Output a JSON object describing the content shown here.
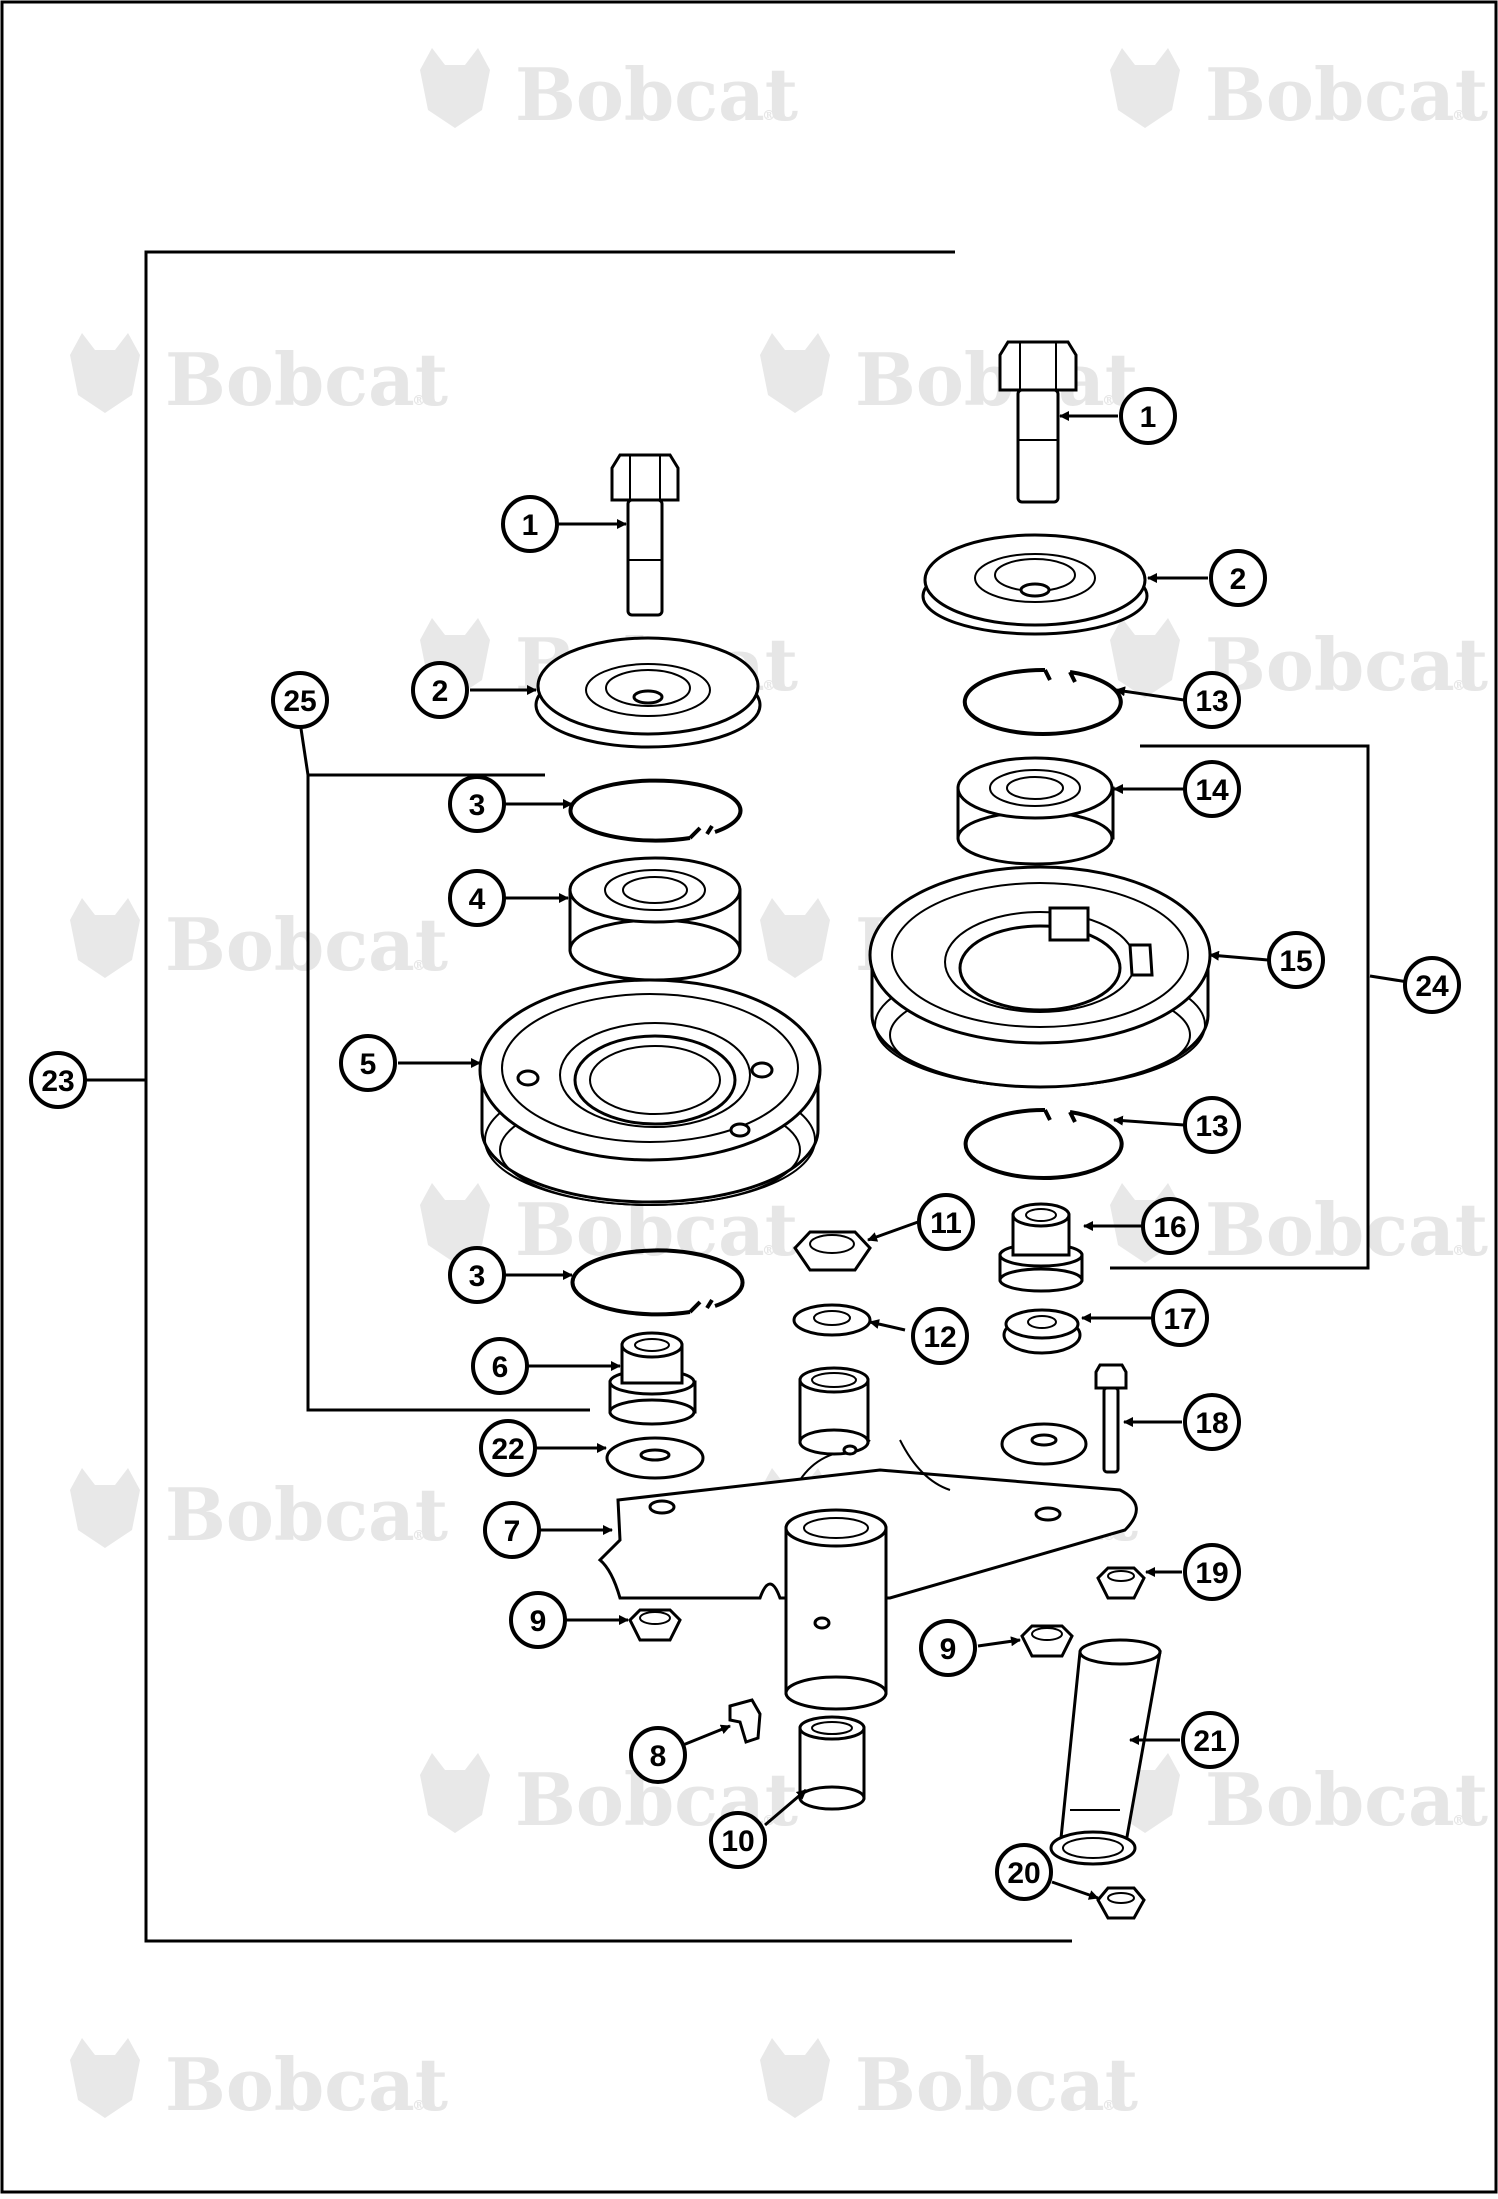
{
  "watermark": {
    "brand": "Bobcat",
    "mark": "®"
  },
  "callouts": [
    {
      "id": "c1a",
      "label": "1"
    },
    {
      "id": "c1b",
      "label": "1"
    },
    {
      "id": "c2a",
      "label": "2"
    },
    {
      "id": "c2b",
      "label": "2"
    },
    {
      "id": "c3a",
      "label": "3"
    },
    {
      "id": "c3b",
      "label": "3"
    },
    {
      "id": "c4",
      "label": "4"
    },
    {
      "id": "c5",
      "label": "5"
    },
    {
      "id": "c6",
      "label": "6"
    },
    {
      "id": "c7",
      "label": "7"
    },
    {
      "id": "c8",
      "label": "8"
    },
    {
      "id": "c9a",
      "label": "9"
    },
    {
      "id": "c9b",
      "label": "9"
    },
    {
      "id": "c10",
      "label": "10"
    },
    {
      "id": "c11",
      "label": "11"
    },
    {
      "id": "c12",
      "label": "12"
    },
    {
      "id": "c13a",
      "label": "13"
    },
    {
      "id": "c13b",
      "label": "13"
    },
    {
      "id": "c14",
      "label": "14"
    },
    {
      "id": "c15",
      "label": "15"
    },
    {
      "id": "c16",
      "label": "16"
    },
    {
      "id": "c17",
      "label": "17"
    },
    {
      "id": "c18",
      "label": "18"
    },
    {
      "id": "c19",
      "label": "19"
    },
    {
      "id": "c20",
      "label": "20"
    },
    {
      "id": "c21",
      "label": "21"
    },
    {
      "id": "c22",
      "label": "22"
    },
    {
      "id": "c23",
      "label": "23"
    },
    {
      "id": "c24",
      "label": "24"
    },
    {
      "id": "c25",
      "label": "25"
    }
  ]
}
